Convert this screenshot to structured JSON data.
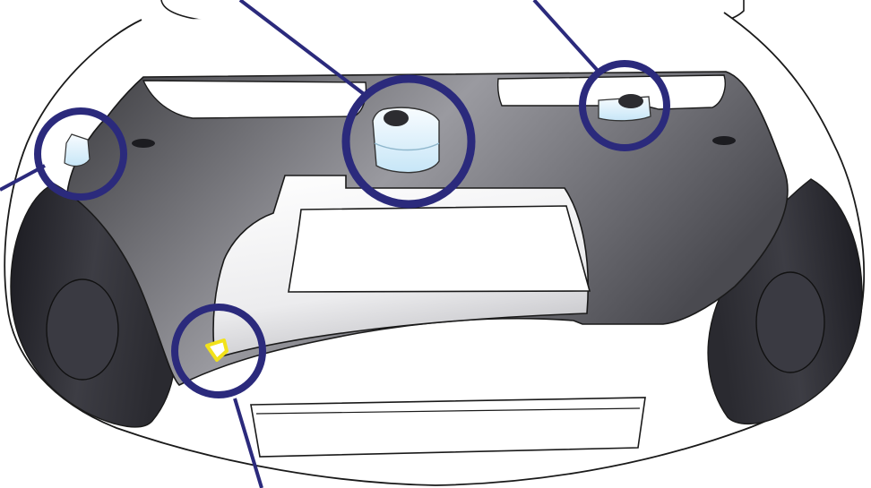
{
  "diagram": {
    "subject": "car-front-compartment-with-hood-open",
    "callouts": [
      {
        "id": "left-fill-cap",
        "target": "fill-cap-left",
        "marker": "circle"
      },
      {
        "id": "coolant-reservoir",
        "target": "reservoir-center",
        "marker": "circle"
      },
      {
        "id": "brake-fluid-reservoir",
        "target": "reservoir-right",
        "marker": "circle"
      },
      {
        "id": "oil-dipstick",
        "target": "yellow-handle",
        "marker": "circle"
      }
    ],
    "colors": {
      "callout": "#2b2a7c",
      "panel_dark": "#3c3c40",
      "panel_mid": "#9a9aa0",
      "fender_dark": "#1c1c22",
      "body_outline": "#1a1a1a",
      "reservoir_fill": "#dff1fb",
      "reservoir_cap": "#2c2c30",
      "dipstick": "#f2e21a"
    }
  }
}
